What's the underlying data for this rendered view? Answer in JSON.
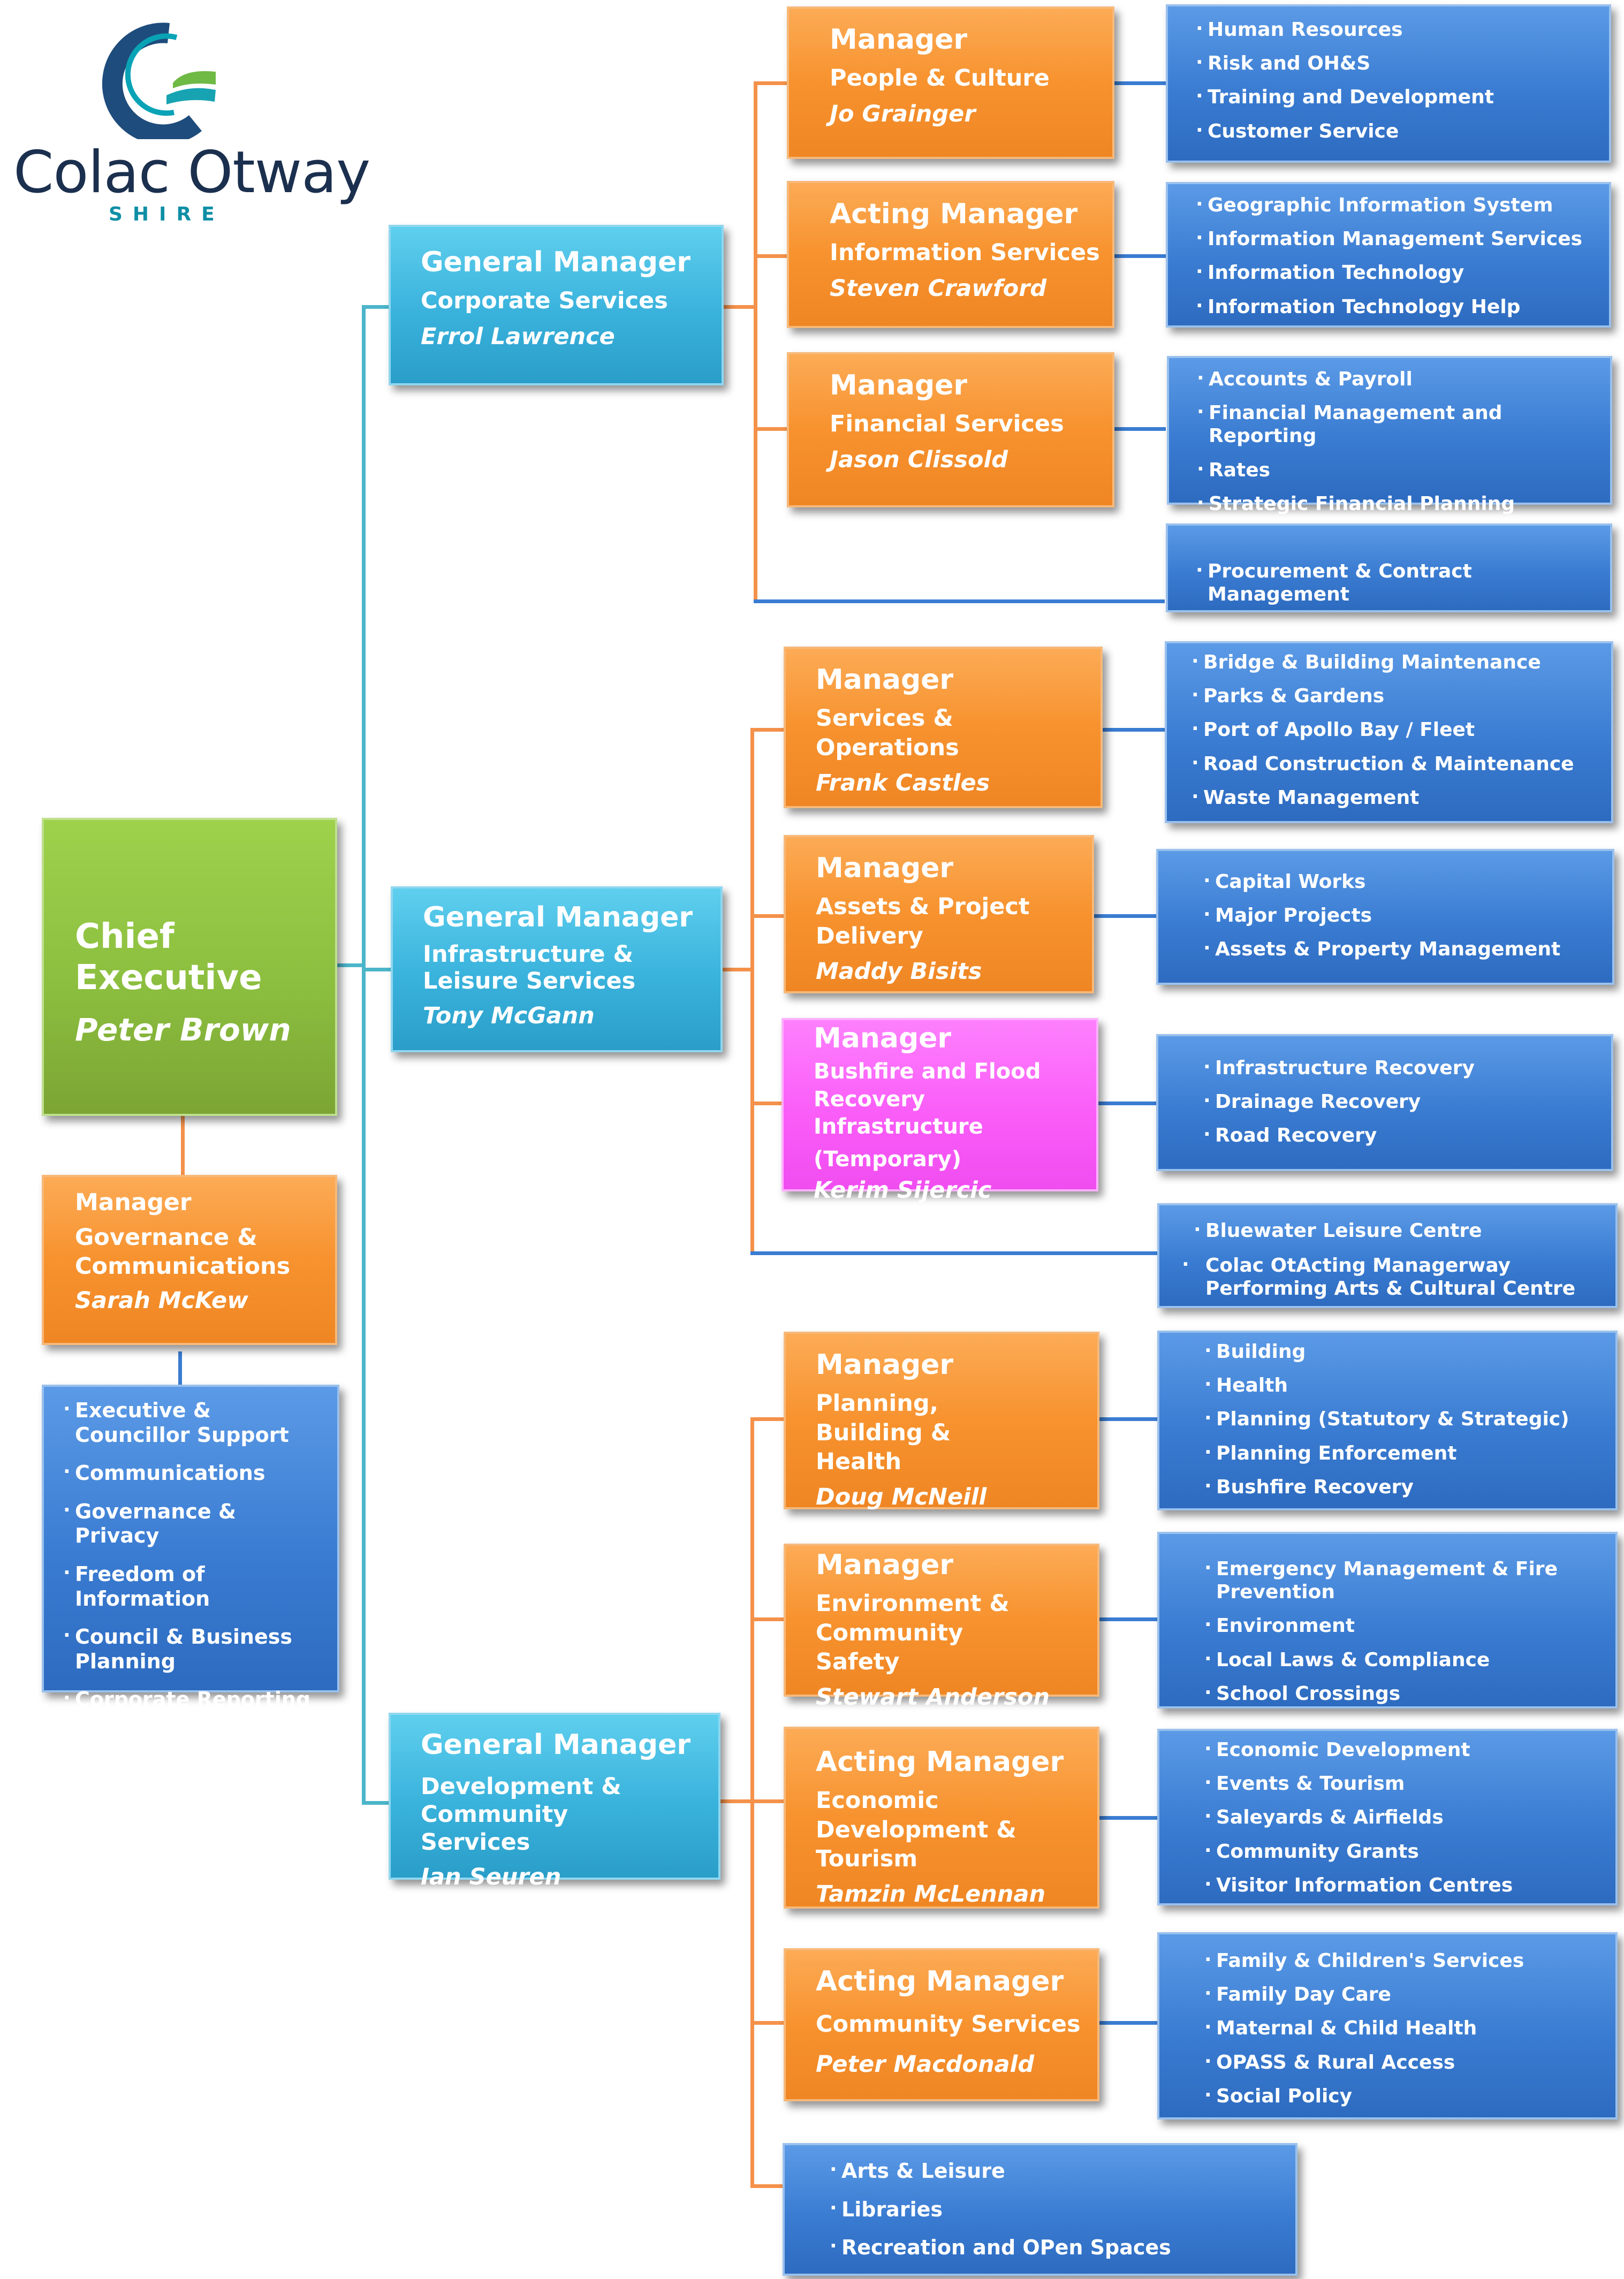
{
  "logo": {
    "name": "Colac Otway",
    "sub": "SHIRE"
  },
  "ceo": {
    "title": "Chief Executive",
    "name": "Peter Brown"
  },
  "governance": {
    "title": "Manager",
    "dept": "Governance & Communications",
    "name": "Sarah McKew",
    "items": [
      "Executive & Councillor Support",
      "Communications",
      "Governance & Privacy",
      "Freedom of Information",
      "Council & Business Planning",
      "Corporate Reporting"
    ]
  },
  "gm_corporate": {
    "title": "General Manager",
    "dept": "Corporate Services",
    "name": "Errol Lawrence"
  },
  "gm_infrastructure": {
    "title": "General Manager",
    "dept": "Infrastructure & Leisure Services",
    "name": "Tony McGann"
  },
  "gm_development": {
    "title": "General Manager",
    "dept": "Development & Community Services",
    "name": "Ian Seuren"
  },
  "people_culture": {
    "title": "Manager",
    "dept": "People & Culture",
    "name": "Jo Grainger",
    "items": [
      "Human Resources",
      "Risk and OH&S",
      "Training and Development",
      "Customer Service"
    ]
  },
  "info_services": {
    "title": "Acting Manager",
    "dept": "Information  Services",
    "name": "Steven Crawford",
    "items": [
      "Geographic Information System",
      "Information Management Services",
      "Information Technology",
      "Information Technology Help"
    ]
  },
  "financial": {
    "title": "Manager",
    "dept": "Financial Services",
    "name": "Jason Clissold",
    "items": [
      "Accounts & Payroll",
      "Financial Management and Reporting",
      "Rates",
      "Strategic Financial Planning"
    ]
  },
  "procurement": {
    "items": [
      "Procurement & Contract Management"
    ]
  },
  "services_ops": {
    "title": "Manager",
    "dept": "Services & Operations",
    "name": "Frank Castles",
    "items": [
      "Bridge & Building Maintenance",
      "Parks & Gardens",
      "Port of Apollo Bay /  Fleet",
      "Road Construction & Maintenance",
      "Waste Management"
    ]
  },
  "assets": {
    "title": "Manager",
    "dept": "Assets & Project Delivery",
    "name": "Maddy  Bisits",
    "items": [
      "Capital Works",
      "Major Projects",
      "Assets & Property Management"
    ]
  },
  "bushfire": {
    "title": "Manager",
    "dept": "Bushfire and Flood Recovery  Infrastructure",
    "temp": "(Temporary)",
    "name": "Kerim Sijercic",
    "items": [
      "Infrastructure Recovery",
      "Drainage Recovery",
      "Road Recovery"
    ]
  },
  "leisure": {
    "items": [
      "Bluewater Leisure Centre",
      "Colac OtActing Managerway Performing Arts & Cultural Centre"
    ]
  },
  "planning": {
    "title": "Manager",
    "dept": "Planning, Building & Health",
    "name": "Doug McNeill",
    "items": [
      "Building",
      "Health",
      "Planning (Statutory & Strategic)",
      "Planning Enforcement",
      "Bushfire Recovery"
    ]
  },
  "environment": {
    "title": "Manager",
    "dept": "Environment & Community Safety",
    "name": "Stewart Anderson",
    "items": [
      "Emergency Management & Fire Prevention",
      "Environment",
      "Local Laws & Compliance",
      "School Crossings"
    ]
  },
  "economic": {
    "title": "Acting Manager",
    "dept": "Economic Development & Tourism",
    "name": "Tamzin McLennan",
    "items": [
      "Economic Development",
      "Events & Tourism",
      "Saleyards & Airfields",
      "Community Grants",
      "Visitor Information Centres"
    ]
  },
  "community": {
    "title": "Acting Manager",
    "dept": "Community Services",
    "name": "Peter Macdonald",
    "items": [
      "Family & Children's Services",
      "Family Day Care",
      "Maternal & Child Health",
      "OPASS & Rural Access",
      "Social Policy"
    ]
  },
  "arts": {
    "items": [
      "Arts & Leisure",
      "Libraries",
      "Recreation and OPen Spaces"
    ]
  },
  "colors": {
    "orange": "#f7922e",
    "teal": "#39b2dc",
    "green": "#8cbf3f",
    "pink": "#fa5df8",
    "blue": "#3a7cd2",
    "teal_line": "#4bb5c9",
    "orange_line": "#f4914a",
    "blue_line": "#3a7cd2"
  }
}
